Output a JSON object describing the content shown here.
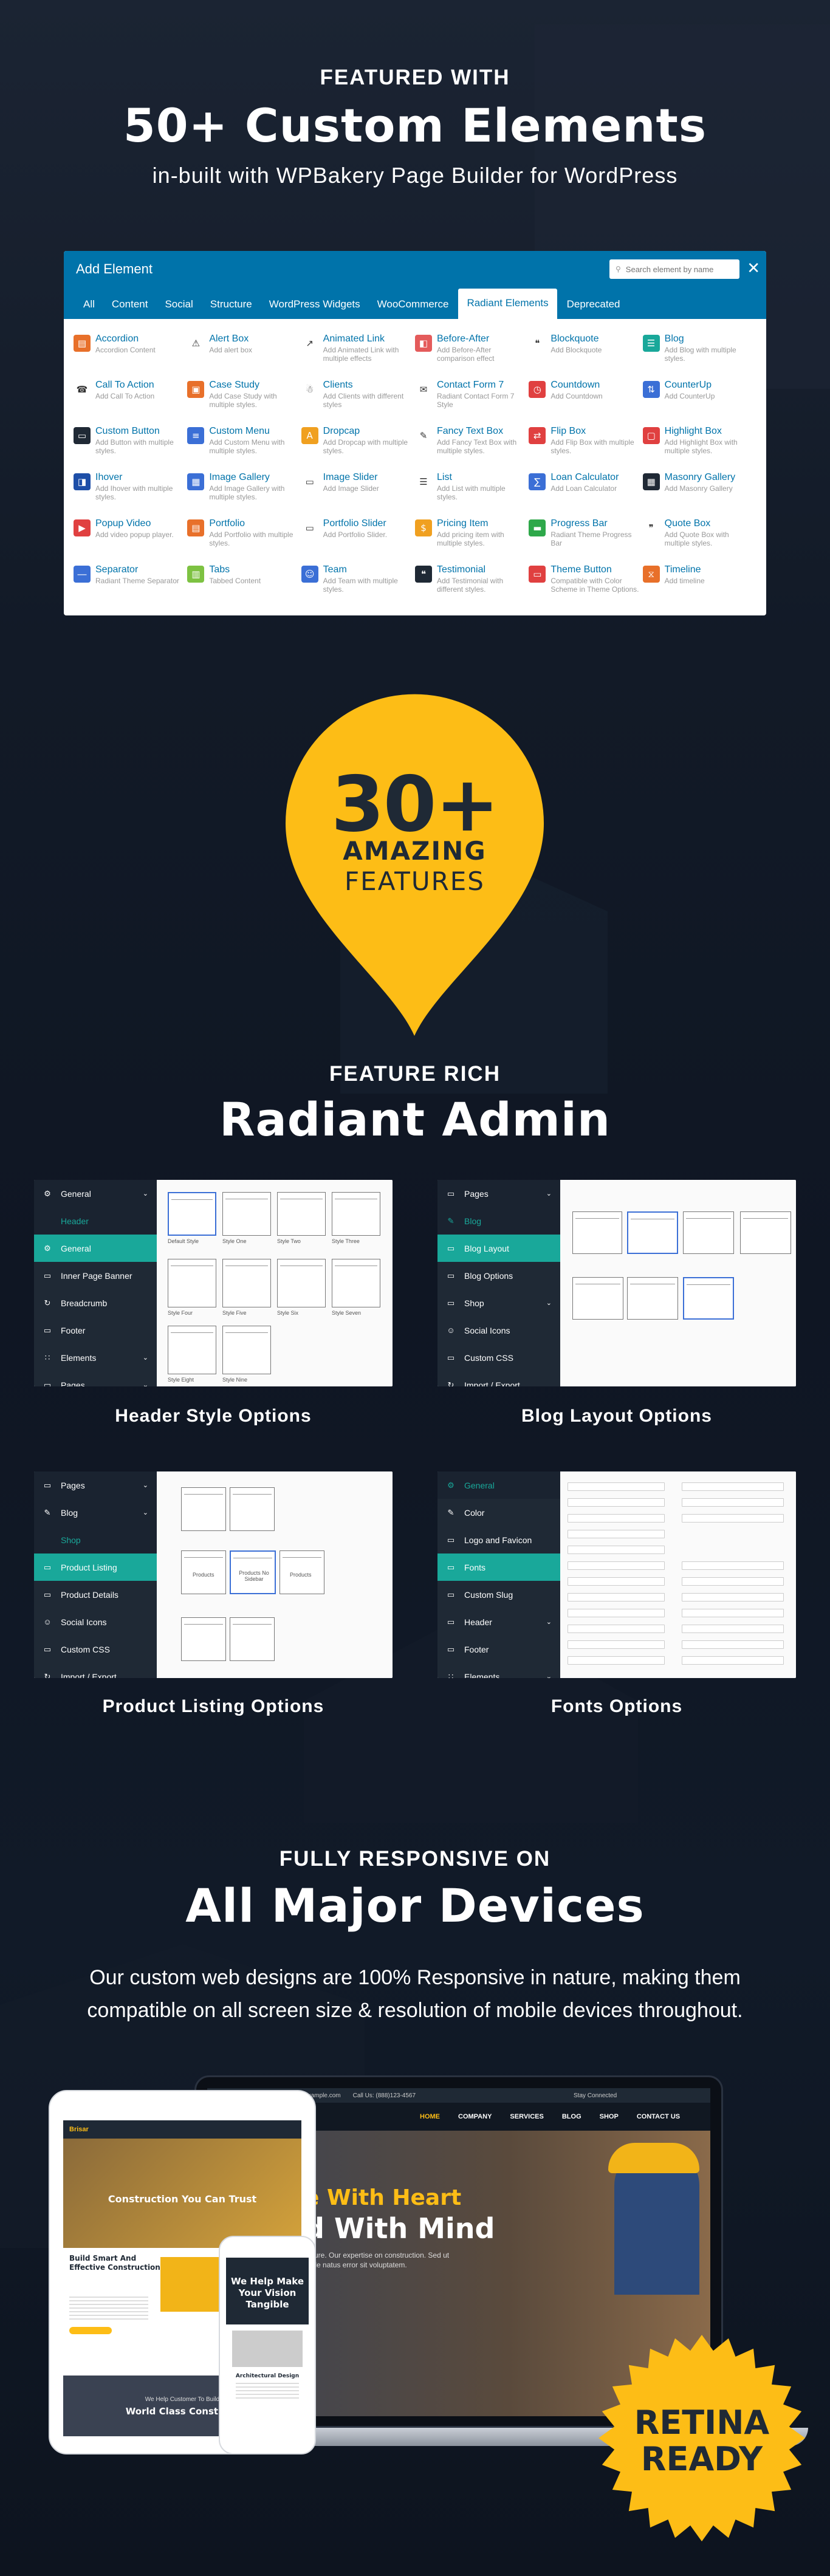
{
  "colors": {
    "accent": "#fdbd16",
    "teal": "#19a89a",
    "wpblue": "#0073aa",
    "navy": "#1f2935"
  },
  "s1": {
    "kicker": "FEATURED WITH",
    "title": "50+ Custom Elements",
    "subtitle": "in-built with WPBakery Page Builder for WordPress"
  },
  "modal": {
    "title": "Add Element",
    "search_placeholder": "Search element by name",
    "tabs": [
      "All",
      "Content",
      "Social",
      "Structure",
      "WordPress Widgets",
      "WooCommerce",
      "Radiant Elements",
      "Deprecated"
    ],
    "items": [
      {
        "name": "Accordion",
        "desc": "Accordion Content",
        "color": "#e8702a",
        "icon": "▤"
      },
      {
        "name": "Alert Box",
        "desc": "Add alert box",
        "color": "#ffffff",
        "icon": "⚠"
      },
      {
        "name": "Animated Link",
        "desc": "Add Animated Link with multiple effects",
        "color": "#ffffff",
        "icon": "↗"
      },
      {
        "name": "Before-After",
        "desc": "Add Before-After comparison effect",
        "color": "#e45b5b",
        "icon": "◧"
      },
      {
        "name": "Blockquote",
        "desc": "Add Blockquote",
        "color": "#ffffff",
        "icon": "❝"
      },
      {
        "name": "Blog",
        "desc": "Add Blog with multiple styles.",
        "color": "#19a89a",
        "icon": "☰"
      },
      {
        "name": "Call To Action",
        "desc": "Add Call To Action",
        "color": "#ffffff",
        "icon": "☎"
      },
      {
        "name": "Case Study",
        "desc": "Add Case Study with multiple styles.",
        "color": "#e8702a",
        "icon": "▣"
      },
      {
        "name": "Clients",
        "desc": "Add Clients with different styles",
        "color": "#ffffff",
        "icon": "☃"
      },
      {
        "name": "Contact Form 7",
        "desc": "Radiant Contact Form 7 Style",
        "color": "#ffffff",
        "icon": "✉"
      },
      {
        "name": "Countdown",
        "desc": "Add Countdown",
        "color": "#e04040",
        "icon": "◷"
      },
      {
        "name": "CounterUp",
        "desc": "Add CounterUp",
        "color": "#3b6fd6",
        "icon": "⇅"
      },
      {
        "name": "Custom Button",
        "desc": "Add Button with multiple styles.",
        "color": "#1f2935",
        "icon": "▭"
      },
      {
        "name": "Custom Menu",
        "desc": "Add Custom Menu with multiple styles.",
        "color": "#3b6fd6",
        "icon": "≡"
      },
      {
        "name": "Dropcap",
        "desc": "Add Dropcap with multiple styles.",
        "color": "#f0a020",
        "icon": "A"
      },
      {
        "name": "Fancy Text Box",
        "desc": "Add Fancy Text Box with multiple styles.",
        "color": "#ffffff",
        "icon": "✎"
      },
      {
        "name": "Flip Box",
        "desc": "Add Flip Box with multiple styles.",
        "color": "#e04040",
        "icon": "⇄"
      },
      {
        "name": "Highlight Box",
        "desc": "Add Highlight Box with multiple styles.",
        "color": "#e04040",
        "icon": "▢"
      },
      {
        "name": "Ihover",
        "desc": "Add Ihover with multiple styles.",
        "color": "#1e4fa8",
        "icon": "◨"
      },
      {
        "name": "Image Gallery",
        "desc": "Add Image Gallery with multiple styles.",
        "color": "#3b6fd6",
        "icon": "▦"
      },
      {
        "name": "Image Slider",
        "desc": "Add Image Slider",
        "color": "#ffffff",
        "icon": "▭"
      },
      {
        "name": "List",
        "desc": "Add List with multiple styles.",
        "color": "#ffffff",
        "icon": "☰"
      },
      {
        "name": "Loan Calculator",
        "desc": "Add Loan Calculator",
        "color": "#3b6fd6",
        "icon": "∑"
      },
      {
        "name": "Masonry Gallery",
        "desc": "Add Masonry Gallery",
        "color": "#1f2935",
        "icon": "▦"
      },
      {
        "name": "Popup Video",
        "desc": "Add video popup player.",
        "color": "#e04040",
        "icon": "▶"
      },
      {
        "name": "Portfolio",
        "desc": "Add Portfolio with multiple styles.",
        "color": "#e8702a",
        "icon": "▤"
      },
      {
        "name": "Portfolio Slider",
        "desc": "Add Portfolio Slider.",
        "color": "#ffffff",
        "icon": "▭"
      },
      {
        "name": "Pricing Item",
        "desc": "Add pricing item with multiple styles.",
        "color": "#f0a020",
        "icon": "$"
      },
      {
        "name": "Progress Bar",
        "desc": "Radiant Theme Progress Bar",
        "color": "#2ea84a",
        "icon": "▬"
      },
      {
        "name": "Quote Box",
        "desc": "Add Quote Box with multiple styles.",
        "color": "#ffffff",
        "icon": "❞"
      },
      {
        "name": "Separator",
        "desc": "Radiant Theme Separator",
        "color": "#3b6fd6",
        "icon": "―"
      },
      {
        "name": "Tabs",
        "desc": "Tabbed Content",
        "color": "#7dc242",
        "icon": "▥"
      },
      {
        "name": "Team",
        "desc": "Add Team with multiple styles.",
        "color": "#3b6fd6",
        "icon": "☺"
      },
      {
        "name": "Testimonial",
        "desc": "Add Testimonial with different styles.",
        "color": "#1f2935",
        "icon": "❝"
      },
      {
        "name": "Theme Button",
        "desc": "Compatible with Color Scheme in Theme Options.",
        "color": "#e04040",
        "icon": "▭"
      },
      {
        "name": "Timeline",
        "desc": "Add timeline",
        "color": "#e8702a",
        "icon": "⧖"
      }
    ]
  },
  "pin": {
    "number": "30+",
    "line1": "AMAZING",
    "line2": "FEATURES"
  },
  "s3": {
    "kicker": "FEATURE RICH",
    "title": "Radiant Admin"
  },
  "panels": {
    "header": {
      "caption": "Header Style Options",
      "menu": [
        {
          "label": "General",
          "icon": "⚙",
          "chev": "⌄",
          "style": "dark"
        },
        {
          "label": "Header",
          "icon": "",
          "chev": "",
          "style": "tealtext"
        },
        {
          "label": "General",
          "icon": "⚙",
          "chev": "",
          "style": "teal"
        },
        {
          "label": "Inner Page Banner",
          "icon": "▭",
          "chev": "",
          "style": ""
        },
        {
          "label": "Breadcrumb",
          "icon": "↻",
          "chev": "",
          "style": ""
        },
        {
          "label": "Footer",
          "icon": "▭",
          "chev": "",
          "style": ""
        },
        {
          "label": "Elements",
          "icon": "∷",
          "chev": "⌄",
          "style": ""
        },
        {
          "label": "Pages",
          "icon": "▭",
          "chev": "⌄",
          "style": ""
        }
      ],
      "thumbs": [
        "Default Style",
        "Style One",
        "Style Two",
        "Style Three",
        "Style Four",
        "Style Five",
        "Style Six",
        "Style Seven",
        "Style Eight",
        "Style Nine"
      ]
    },
    "blog": {
      "caption": "Blog Layout Options",
      "menu": [
        {
          "label": "Pages",
          "icon": "▭",
          "chev": "⌄",
          "style": "dark"
        },
        {
          "label": "Blog",
          "icon": "✎",
          "chev": "",
          "style": "tealtext"
        },
        {
          "label": "Blog Layout",
          "icon": "▭",
          "chev": "",
          "style": "teal"
        },
        {
          "label": "Blog Options",
          "icon": "▭",
          "chev": "",
          "style": ""
        },
        {
          "label": "Shop",
          "icon": "▭",
          "chev": "⌄",
          "style": ""
        },
        {
          "label": "Social Icons",
          "icon": "☺",
          "chev": "",
          "style": ""
        },
        {
          "label": "Custom CSS",
          "icon": "▭",
          "chev": "",
          "style": ""
        },
        {
          "label": "Import / Export",
          "icon": "↻",
          "chev": "",
          "style": ""
        }
      ]
    },
    "product": {
      "caption": "Product Listing Options",
      "menu": [
        {
          "label": "Pages",
          "icon": "▭",
          "chev": "⌄",
          "style": "dark"
        },
        {
          "label": "Blog",
          "icon": "✎",
          "chev": "⌄",
          "style": "dark"
        },
        {
          "label": "Shop",
          "icon": "",
          "chev": "",
          "style": "tealtext"
        },
        {
          "label": "Product Listing",
          "icon": "▭",
          "chev": "",
          "style": "teal"
        },
        {
          "label": "Product Details",
          "icon": "▭",
          "chev": "",
          "style": ""
        },
        {
          "label": "Social Icons",
          "icon": "☺",
          "chev": "",
          "style": ""
        },
        {
          "label": "Custom CSS",
          "icon": "▭",
          "chev": "",
          "style": ""
        },
        {
          "label": "Import / Export",
          "icon": "↻",
          "chev": "",
          "style": ""
        }
      ],
      "boxes": [
        "Products",
        "Products No Sidebar",
        "Products"
      ]
    },
    "fonts": {
      "caption": "Fonts Options",
      "menu": [
        {
          "label": "General",
          "icon": "⚙",
          "chev": "",
          "style": "tealtext"
        },
        {
          "label": "Color",
          "icon": "✎",
          "chev": "",
          "style": ""
        },
        {
          "label": "Logo and Favicon",
          "icon": "▭",
          "chev": "",
          "style": ""
        },
        {
          "label": "Fonts",
          "icon": "▭",
          "chev": "",
          "style": "teal"
        },
        {
          "label": "Custom Slug",
          "icon": "▭",
          "chev": "",
          "style": ""
        },
        {
          "label": "Header",
          "icon": "▭",
          "chev": "⌄",
          "style": ""
        },
        {
          "label": "Footer",
          "icon": "▭",
          "chev": "",
          "style": ""
        },
        {
          "label": "Elements",
          "icon": "∷",
          "chev": "⌄",
          "style": ""
        }
      ]
    }
  },
  "s4": {
    "kicker": "FULLY RESPONSIVE ON",
    "title": "All Major Devices",
    "desc1": "Our custom web designs are 100% Responsive in nature, making them",
    "desc2": "compatible on all screen size & resolution of mobile devices throughout."
  },
  "laptop": {
    "email": "@example.com",
    "phone": "Call Us: (888)123-4567",
    "connected": "Stay Connected",
    "nav": [
      "HOME",
      "COMPANY",
      "SERVICES",
      "BLOG",
      "SHOP",
      "CONTACT US"
    ],
    "hero1": "e With Heart",
    "hero2": "d With Mind",
    "hero_text1": "ecture. Our expertise on construction. Sed ut",
    "hero_text2": "unde natus error sit voluptatem."
  },
  "tablet": {
    "logo": "Brisar",
    "hero": "Construction You Can Trust",
    "heading": "Build Smart And Effective Construction",
    "banner_small": "We Help Customer To Build",
    "banner": "World Class Construct"
  },
  "phone": {
    "heading": "We Help Make Your Vision Tangible",
    "sub": "Architectural Design"
  },
  "retina": {
    "line1": "RETINA",
    "line2": "READY"
  }
}
